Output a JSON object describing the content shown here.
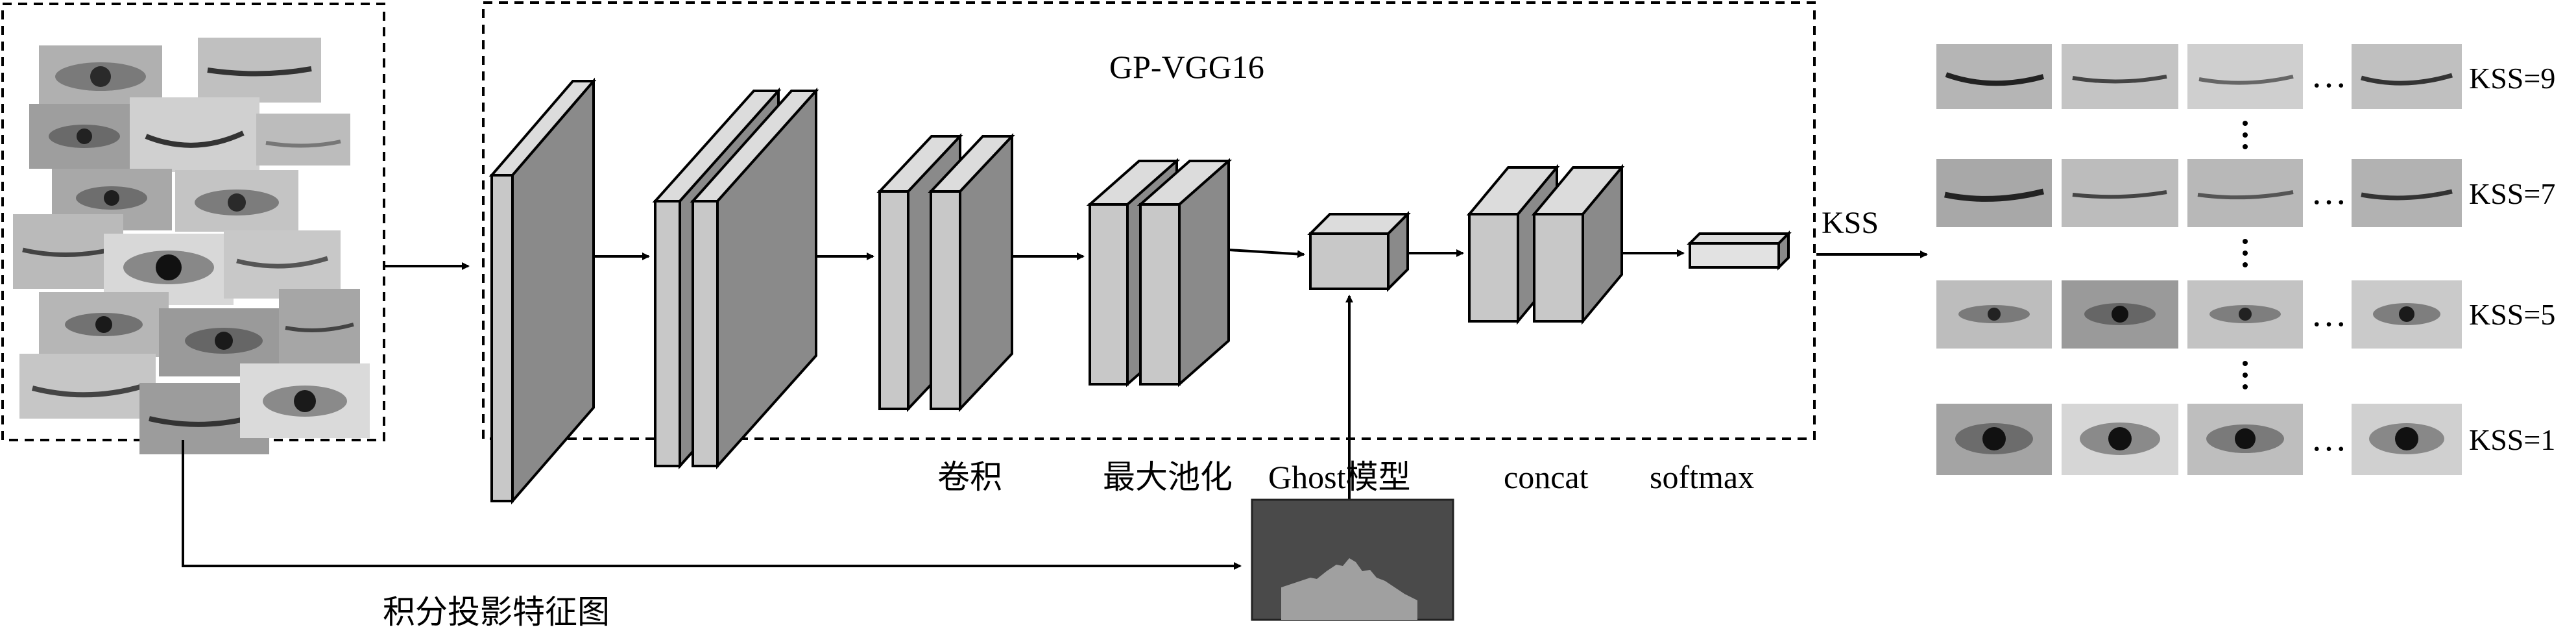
{
  "model_title": "GP-VGG16",
  "labels": {
    "conv": "卷积",
    "maxpool": "最大池化",
    "ghost": "Ghost模型",
    "concat": "concat",
    "softmax": "softmax"
  },
  "output_edge_label": "KSS",
  "feature_map_label": "积分投影特征图",
  "kss_rows": [
    {
      "label": "KSS=9"
    },
    {
      "label": "KSS=7"
    },
    {
      "label": "KSS=5"
    },
    {
      "label": "KSS=1"
    }
  ],
  "ellipsis": "…",
  "colors": {
    "block_front": "#c8c8c8",
    "block_side": "#8a8a8a",
    "block_top": "#dcdcdc",
    "histogram_bg": "#4a4a4a",
    "histogram_fill": "#a0a0a0"
  }
}
